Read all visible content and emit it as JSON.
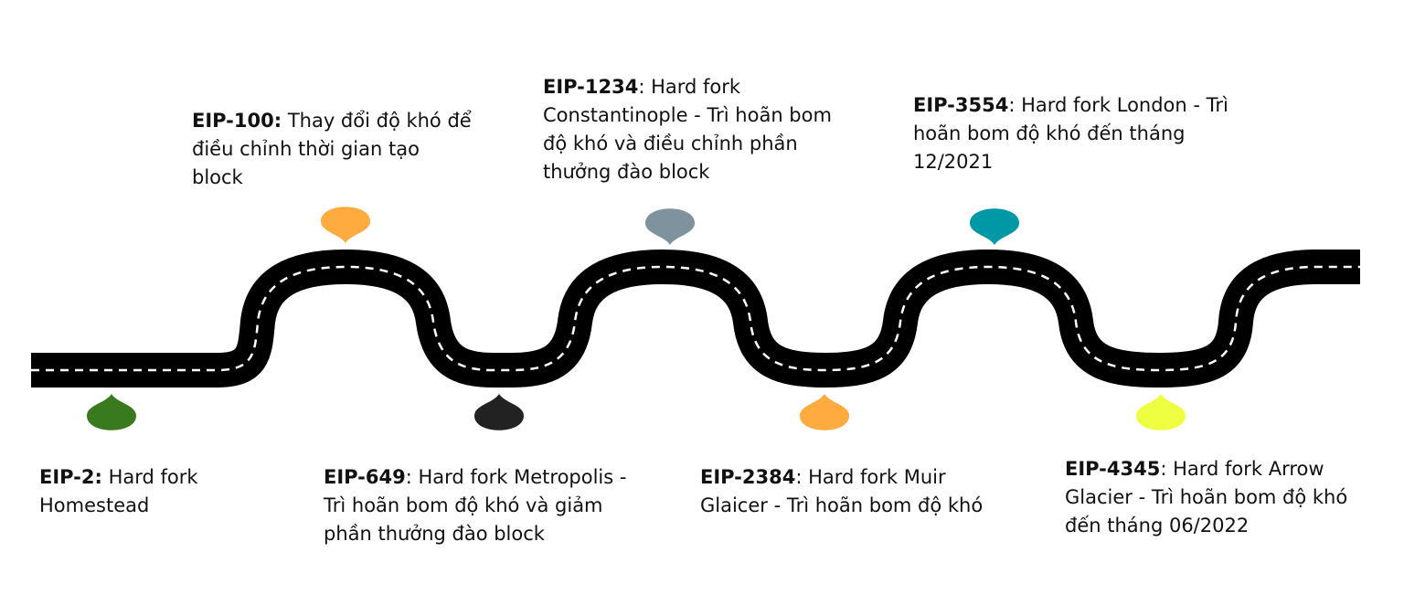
{
  "milestones": [
    {
      "id": "EIP-2",
      "code_suffix": ":",
      "desc": " Hard fork Homestead",
      "pin_color": "#3a7a1e"
    },
    {
      "id": "EIP-100",
      "code_suffix": ":",
      "desc": " Thay đổi độ khó để điều chỉnh thời gian tạo block",
      "pin_color": "#ffab40"
    },
    {
      "id": "EIP-649",
      "code_suffix": "",
      "desc": ": Hard fork Metropolis - Trì hoãn bom độ khó và giảm phần thưởng đào block",
      "pin_color": "#222222"
    },
    {
      "id": "EIP-1234",
      "code_suffix": "",
      "desc": ": Hard fork Constantinople - Trì hoãn bom độ khó và điều chỉnh phần thưởng đào block",
      "pin_color": "#7f939e"
    },
    {
      "id": "EIP-2384",
      "code_suffix": "",
      "desc": ": Hard fork Muir Glaicer - Trì hoãn bom độ khó",
      "pin_color": "#ffab40"
    },
    {
      "id": "EIP-3554",
      "code_suffix": "",
      "desc": ": Hard fork London - Trì hoãn bom độ khó đến tháng 12/2021",
      "pin_color": "#0097a7"
    },
    {
      "id": "EIP-4345",
      "code_suffix": "",
      "desc": ": Hard fork Arrow Glacier - Trì hoãn bom độ khó đến tháng 06/2022",
      "pin_color": "#eeff41"
    }
  ],
  "road": {
    "color": "#000000",
    "dash_color": "#ffffff"
  }
}
